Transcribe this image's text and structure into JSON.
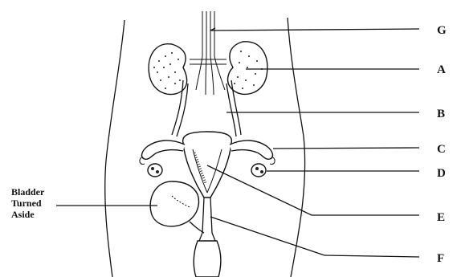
{
  "labels": {
    "G": "G",
    "A": "A",
    "B": "B",
    "C": "C",
    "D": "D",
    "E": "E",
    "F": "F",
    "bladder_line1": "Bladder",
    "bladder_line2": "Turned",
    "bladder_line3": "Aside"
  }
}
